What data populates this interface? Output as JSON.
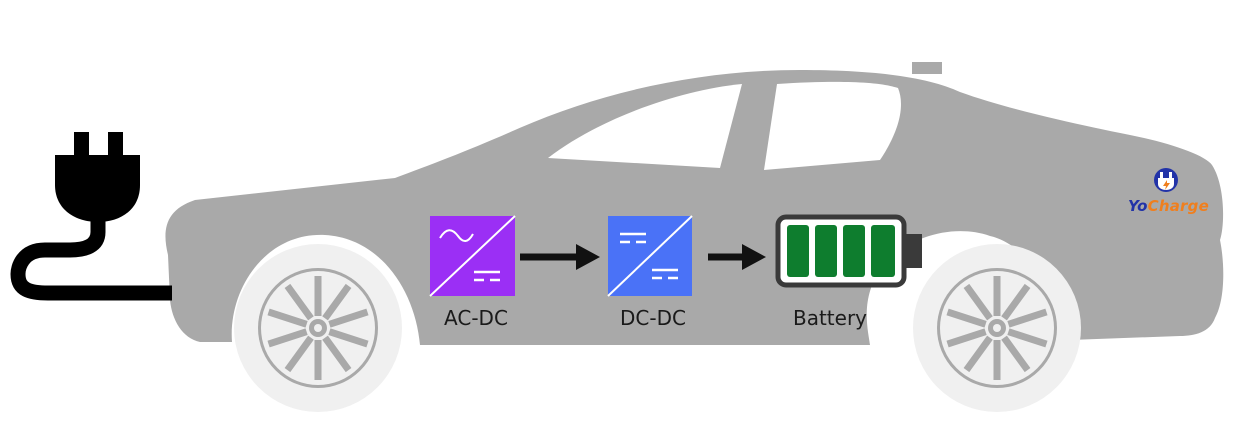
{
  "stages": [
    {
      "label": "AC-DC",
      "color": "#9b2ff5"
    },
    {
      "label": "DC-DC",
      "color": "#4a72f7"
    },
    {
      "label": "Battery",
      "color": "#0e7d2e"
    }
  ],
  "brand": {
    "part1": "Yo",
    "part2": "Charge",
    "part1_color": "#2233a8",
    "part2_color": "#f07f1e"
  },
  "colors": {
    "car_body": "#a9a9a9",
    "wheel": "#f0f0f0",
    "plug": "#000000",
    "arrow": "#111111"
  },
  "icons": [
    "plug-icon",
    "converter-icon",
    "battery-icon",
    "brand-logo-icon"
  ]
}
